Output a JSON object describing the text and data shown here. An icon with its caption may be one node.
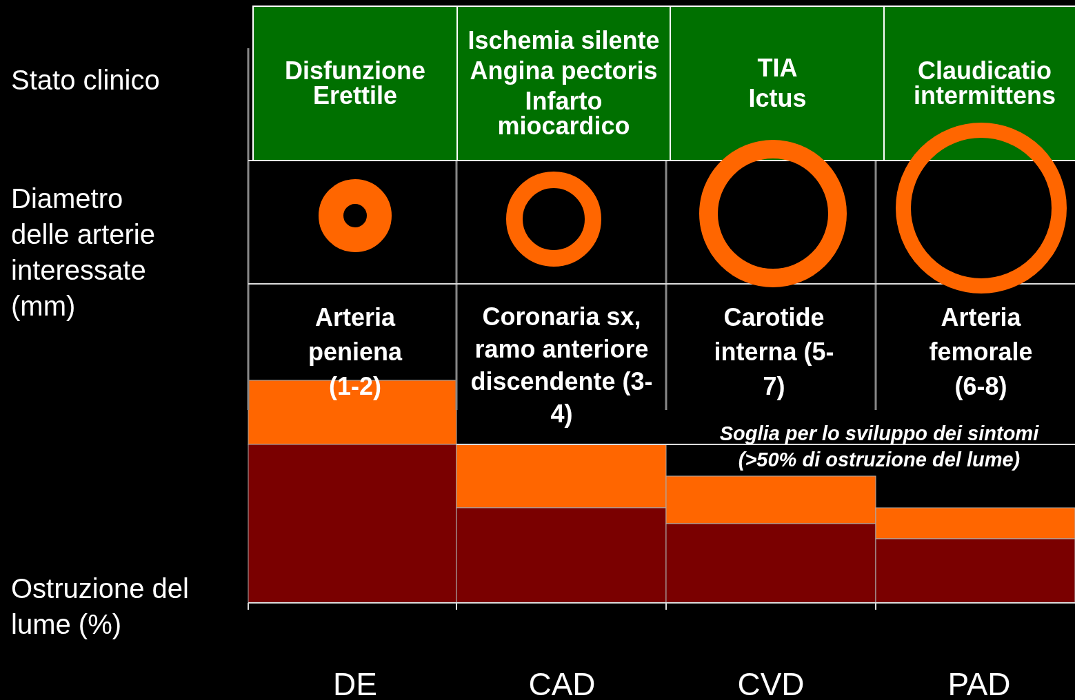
{
  "diagram": {
    "nodes": [
      {
        "text": [
          "Disfunzione Erettile"
        ]
      },
      {
        "text": [
          "Ischemia silente",
          "Angina pectoris",
          "Infarto miocardico"
        ]
      },
      {
        "text": [
          "TIA",
          "Ictus"
        ]
      },
      {
        "text": [
          "Claudicatio intermittens"
        ]
      },
      {
        "text": [],
        "shape": "circle"
      },
      {
        "text": [],
        "shape": "circle"
      },
      {
        "text": [],
        "shape": "circle"
      },
      {
        "text": [],
        "shape": "circle"
      }
    ],
    "edges": [],
    "labels": [
      "Stato clinico",
      "Diametro delle arterie interessate (mm)",
      "Arteria peniena (1-2)",
      "Coronaria sx, ramo anteriore discendente (3-4)",
      "Carotide interna (5-7)",
      "Arteria femorale (6-8)",
      "Soglia per lo sviluppo dei sintomi (>50% di ostruzione del lume)",
      "Ostruzione del lume (%)",
      "DE",
      "CAD",
      "CVD",
      "PAD"
    ]
  }
}
